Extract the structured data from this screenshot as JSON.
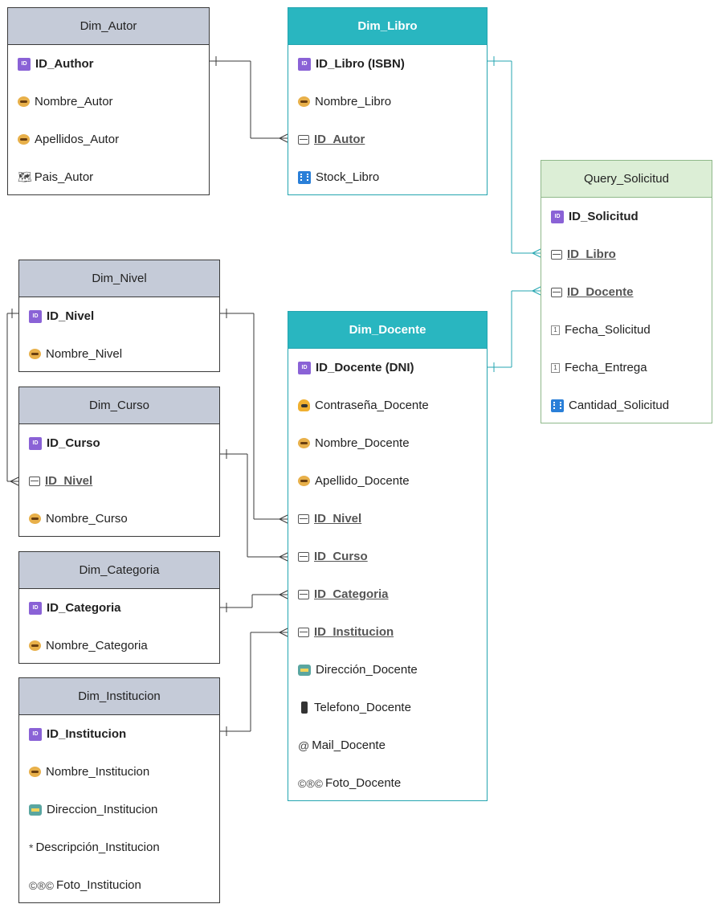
{
  "tables": [
    {
      "id": "Dim_Autor",
      "title": "Dim_Autor",
      "style": "gray",
      "fields": [
        {
          "name": "ID_Author",
          "icon": "id-icon",
          "kind": "pk"
        },
        {
          "name": "Nombre_Autor",
          "icon": "text-icon",
          "kind": "plain"
        },
        {
          "name": "Apellidos_Autor",
          "icon": "text-icon",
          "kind": "plain"
        },
        {
          "name": "Pais_Autor",
          "icon": "map-icon",
          "glyph": "🗺",
          "kind": "plain"
        }
      ]
    },
    {
      "id": "Dim_Libro",
      "title": "Dim_Libro",
      "style": "teal",
      "fields": [
        {
          "name": "ID_Libro (ISBN)",
          "icon": "id-icon",
          "kind": "pk"
        },
        {
          "name": "Nombre_Libro",
          "icon": "text-icon",
          "kind": "plain"
        },
        {
          "name": "ID_Autor",
          "icon": "key-icon",
          "kind": "fk"
        },
        {
          "name": "Stock_Libro",
          "icon": "number-icon",
          "kind": "plain"
        }
      ]
    },
    {
      "id": "Query_Solicitud",
      "title": "Query_Solicitud",
      "style": "green",
      "fields": [
        {
          "name": "ID_Solicitud",
          "icon": "id-icon",
          "kind": "pk"
        },
        {
          "name": "ID_Libro",
          "icon": "key-icon",
          "kind": "fk"
        },
        {
          "name": "ID_Docente",
          "icon": "key-icon",
          "kind": "fk"
        },
        {
          "name": "Fecha_Solicitud",
          "icon": "date-icon",
          "glyph": "1",
          "kind": "plain"
        },
        {
          "name": "Fecha_Entrega",
          "icon": "date-icon",
          "glyph": "1",
          "kind": "plain"
        },
        {
          "name": "Cantidad_Solicitud",
          "icon": "number-icon",
          "kind": "plain"
        }
      ]
    },
    {
      "id": "Dim_Nivel",
      "title": "Dim_Nivel",
      "style": "gray",
      "fields": [
        {
          "name": "ID_Nivel",
          "icon": "id-icon",
          "kind": "pk"
        },
        {
          "name": "Nombre_Nivel",
          "icon": "text-icon",
          "kind": "plain"
        }
      ]
    },
    {
      "id": "Dim_Docente",
      "title": "Dim_Docente",
      "style": "teal",
      "fields": [
        {
          "name": "ID_Docente (DNI)",
          "icon": "id-icon",
          "kind": "pk"
        },
        {
          "name": "Contraseña_Docente",
          "icon": "lock-icon",
          "kind": "plain"
        },
        {
          "name": "Nombre_Docente",
          "icon": "text-icon",
          "kind": "plain"
        },
        {
          "name": "Apellido_Docente",
          "icon": "text-icon",
          "kind": "plain"
        },
        {
          "name": "ID_Nivel",
          "icon": "key-icon",
          "kind": "fk"
        },
        {
          "name": "ID_Curso",
          "icon": "key-icon",
          "kind": "fk"
        },
        {
          "name": "ID_Categoria",
          "icon": "key-icon",
          "kind": "fk"
        },
        {
          "name": "ID_Institucion",
          "icon": "key-icon",
          "kind": "fk"
        },
        {
          "name": "Dirección_Docente",
          "icon": "bus-icon",
          "kind": "plain"
        },
        {
          "name": "Telefono_Docente",
          "icon": "phone-icon",
          "kind": "plain"
        },
        {
          "name": "Mail_Docente",
          "icon": "at-icon",
          "glyph": "@",
          "kind": "plain"
        },
        {
          "name": "Foto_Docente",
          "icon": "copyright-icon",
          "glyph": "©®©",
          "kind": "plain"
        }
      ]
    },
    {
      "id": "Dim_Curso",
      "title": "Dim_Curso",
      "style": "gray",
      "fields": [
        {
          "name": "ID_Curso",
          "icon": "id-icon",
          "kind": "pk"
        },
        {
          "name": "ID_Nivel",
          "icon": "key-icon",
          "kind": "fk"
        },
        {
          "name": "Nombre_Curso",
          "icon": "text-icon",
          "kind": "plain"
        }
      ]
    },
    {
      "id": "Dim_Categoria",
      "title": "Dim_Categoria",
      "style": "gray",
      "fields": [
        {
          "name": "ID_Categoria",
          "icon": "id-icon",
          "kind": "pk"
        },
        {
          "name": "Nombre_Categoria",
          "icon": "text-icon",
          "kind": "plain"
        }
      ]
    },
    {
      "id": "Dim_Institucion",
      "title": "Dim_Institucion",
      "style": "gray",
      "fields": [
        {
          "name": "ID_Institucion",
          "icon": "id-icon",
          "kind": "pk"
        },
        {
          "name": "Nombre_Institucion",
          "icon": "text-icon",
          "kind": "plain"
        },
        {
          "name": "Direccion_Institucion",
          "icon": "bus-icon",
          "kind": "plain"
        },
        {
          "name": "Descripción_Institucion",
          "icon": "asterisk-icon",
          "glyph": "*",
          "kind": "plain"
        },
        {
          "name": "Foto_Institucion",
          "icon": "copyright-icon",
          "glyph": "©®©",
          "kind": "plain"
        }
      ]
    }
  ],
  "relations": [
    {
      "from": "Dim_Autor.ID_Author",
      "to": "Dim_Libro.ID_Autor",
      "cardinality": "one-to-many"
    },
    {
      "from": "Dim_Libro.ID_Libro (ISBN)",
      "to": "Query_Solicitud.ID_Libro",
      "cardinality": "one-to-many"
    },
    {
      "from": "Dim_Docente.ID_Docente (DNI)",
      "to": "Query_Solicitud.ID_Docente",
      "cardinality": "one-to-many"
    },
    {
      "from": "Dim_Nivel.ID_Nivel",
      "to": "Dim_Curso.ID_Nivel",
      "cardinality": "one-to-many"
    },
    {
      "from": "Dim_Nivel.ID_Nivel",
      "to": "Dim_Docente.ID_Nivel",
      "cardinality": "one-to-many"
    },
    {
      "from": "Dim_Curso.ID_Curso",
      "to": "Dim_Docente.ID_Curso",
      "cardinality": "one-to-many"
    },
    {
      "from": "Dim_Categoria.ID_Categoria",
      "to": "Dim_Docente.ID_Categoria",
      "cardinality": "one-to-many"
    },
    {
      "from": "Dim_Institucion.ID_Institucion",
      "to": "Dim_Docente.ID_Institucion",
      "cardinality": "one-to-many"
    }
  ],
  "colors": {
    "gray_header": "#c5cbd8",
    "teal_header": "#29b6c0",
    "green_header": "#dceed6",
    "line": "#3a3a3a",
    "teal_line": "#24a5b0"
  }
}
